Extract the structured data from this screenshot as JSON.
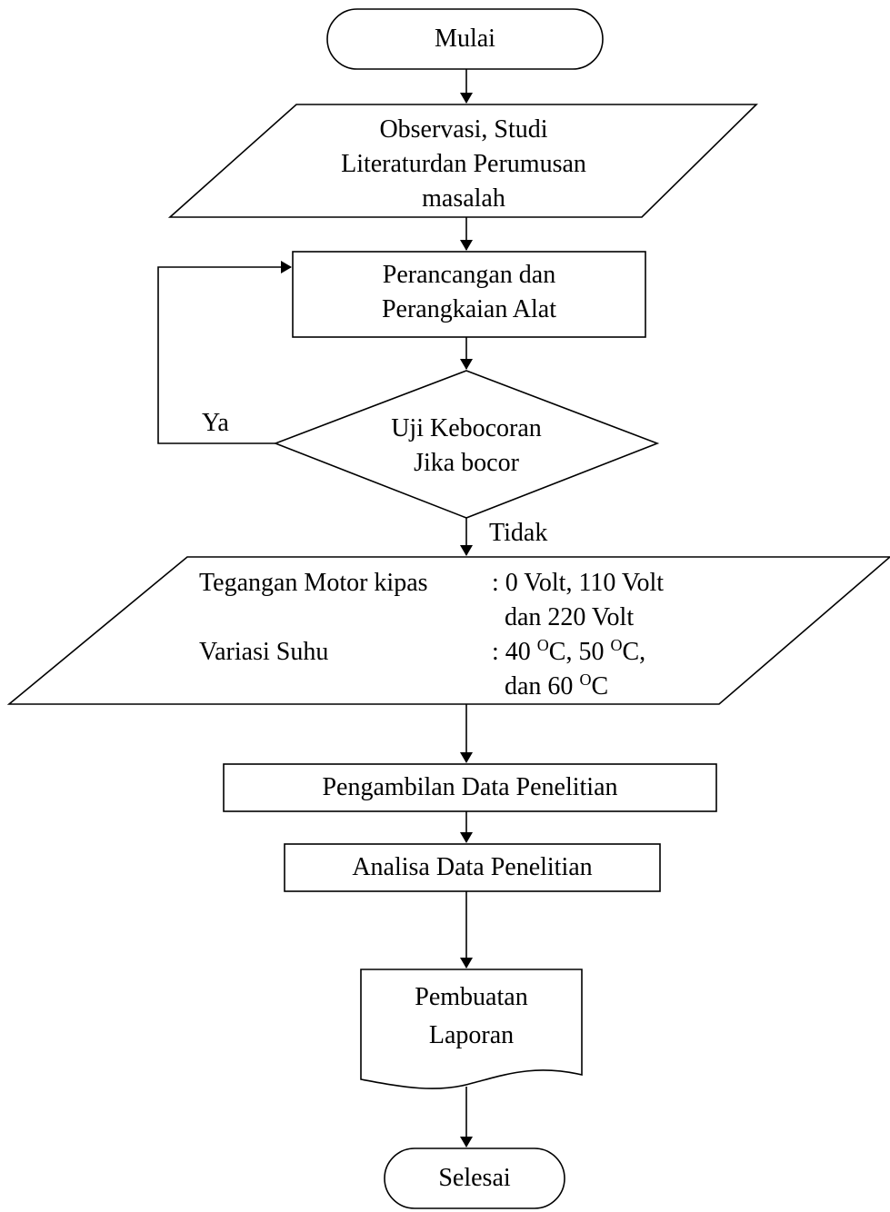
{
  "flowchart": {
    "start": "Mulai",
    "observation": [
      "Observasi, Studi",
      "Literaturdan Perumusan",
      "masalah"
    ],
    "design": [
      "Perancangan dan",
      "Perangkaian Alat"
    ],
    "decision": [
      "Uji Kebocoran",
      "Jika bocor"
    ],
    "decision_yes": "Ya",
    "decision_no": "Tidak",
    "parameters": {
      "voltage_label": "Tegangan Motor kipas",
      "voltage_value_line1": ": 0 Volt, 110 Volt",
      "voltage_value_line2": "dan 220 Volt",
      "temp_label": "Variasi Suhu",
      "temp_line1_prefix": ": 40 ",
      "temp_line1_mid": "C, 50 ",
      "temp_line1_suffix": "C,",
      "temp_line2_prefix": "dan 60 ",
      "temp_line2_suffix": "C",
      "degree_mark": "O"
    },
    "data_collection": "Pengambilan Data Penelitian",
    "analysis": "Analisa Data Penelitian",
    "report": [
      "Pembuatan",
      "Laporan"
    ],
    "end": "Selesai"
  },
  "colors": {
    "stroke": "#000000",
    "background": "#ffffff",
    "text": "#000000"
  }
}
